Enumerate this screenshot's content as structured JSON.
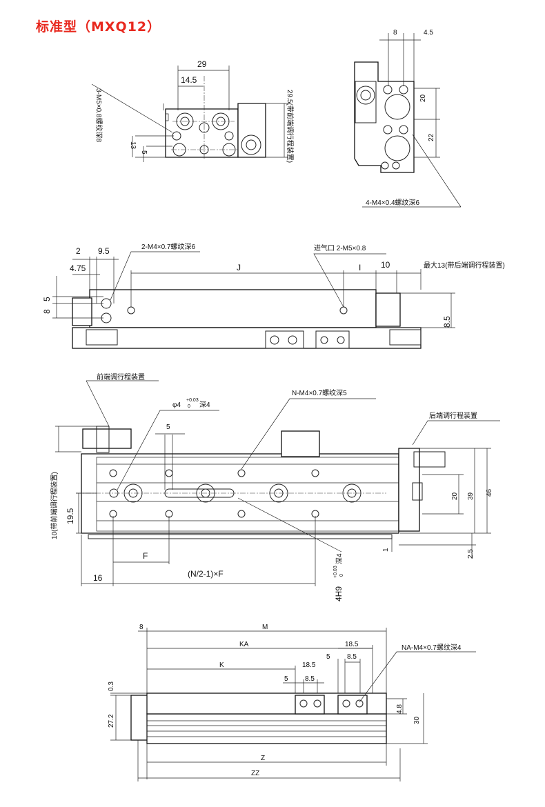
{
  "title": "标准型（MXQ12）",
  "colors": {
    "title": "#e8281e",
    "line": "#222222"
  },
  "top_view": {
    "dim_29": "29",
    "dim_14_5": "14.5",
    "thread_note": "3-M5×0.8螺纹深8",
    "dim_13": "13",
    "dim_5": "5",
    "dim_29_5": "29.5(带前端调行程装置)"
  },
  "side_view": {
    "dim_8": "8",
    "dim_4_5": "4.5",
    "dim_20": "20",
    "dim_22": "22",
    "thread_note": "4-M4×0.4螺纹深6"
  },
  "front_view": {
    "dim_2": "2",
    "dim_9_5": "9.5",
    "dim_4_75": "4.75",
    "thread_note": "2-M4×0.7螺纹深6",
    "dim_J": "J",
    "port_note": "进气口 2-M5×0.8",
    "dim_I": "I",
    "dim_10": "10",
    "max_note": "最大13(带后端调行程装置)",
    "dim_8": "8",
    "dim_5": "5",
    "dim_8_5": "8.5"
  },
  "plan_view": {
    "front_adjuster": "前端调行程装置",
    "pin_hole_main": "φ4",
    "pin_hole_tol_upper": "+0.03",
    "pin_hole_tol_lower": "0",
    "pin_hole_depth": "深4",
    "thread_note": "N-M4×0.7螺纹深5",
    "dim_5": "5",
    "rear_adjuster": "后端调行程装置",
    "dim_10_note": "10(带前端调行程装置)",
    "dim_19_5": "19.5",
    "dim_F": "F",
    "dim_16": "16",
    "pitch_formula": "(N/2-1)×F",
    "slot_main": "4H9",
    "slot_tol_upper": "+0.03",
    "slot_tol_lower": "0",
    "slot_depth": "深4",
    "dim_20": "20",
    "dim_39": "39",
    "dim_46": "46",
    "dim_2_5": "2.5",
    "dim_1": "1"
  },
  "bottom_view": {
    "dim_8": "8",
    "dim_M": "M",
    "dim_KA": "KA",
    "dim_18_5_a": "18.5",
    "dim_5_a": "5",
    "dim_8_5_a": "8.5",
    "thread_note": "NA-M4×0.7螺纹深4",
    "dim_K": "K",
    "dim_18_5_b": "18.5",
    "dim_5_b": "5",
    "dim_8_5_b": "8.5",
    "dim_0_3": "0.3",
    "dim_27_2": "27.2",
    "dim_4_8": "4.8",
    "dim_30": "30",
    "dim_Z": "Z",
    "dim_ZZ": "ZZ"
  }
}
